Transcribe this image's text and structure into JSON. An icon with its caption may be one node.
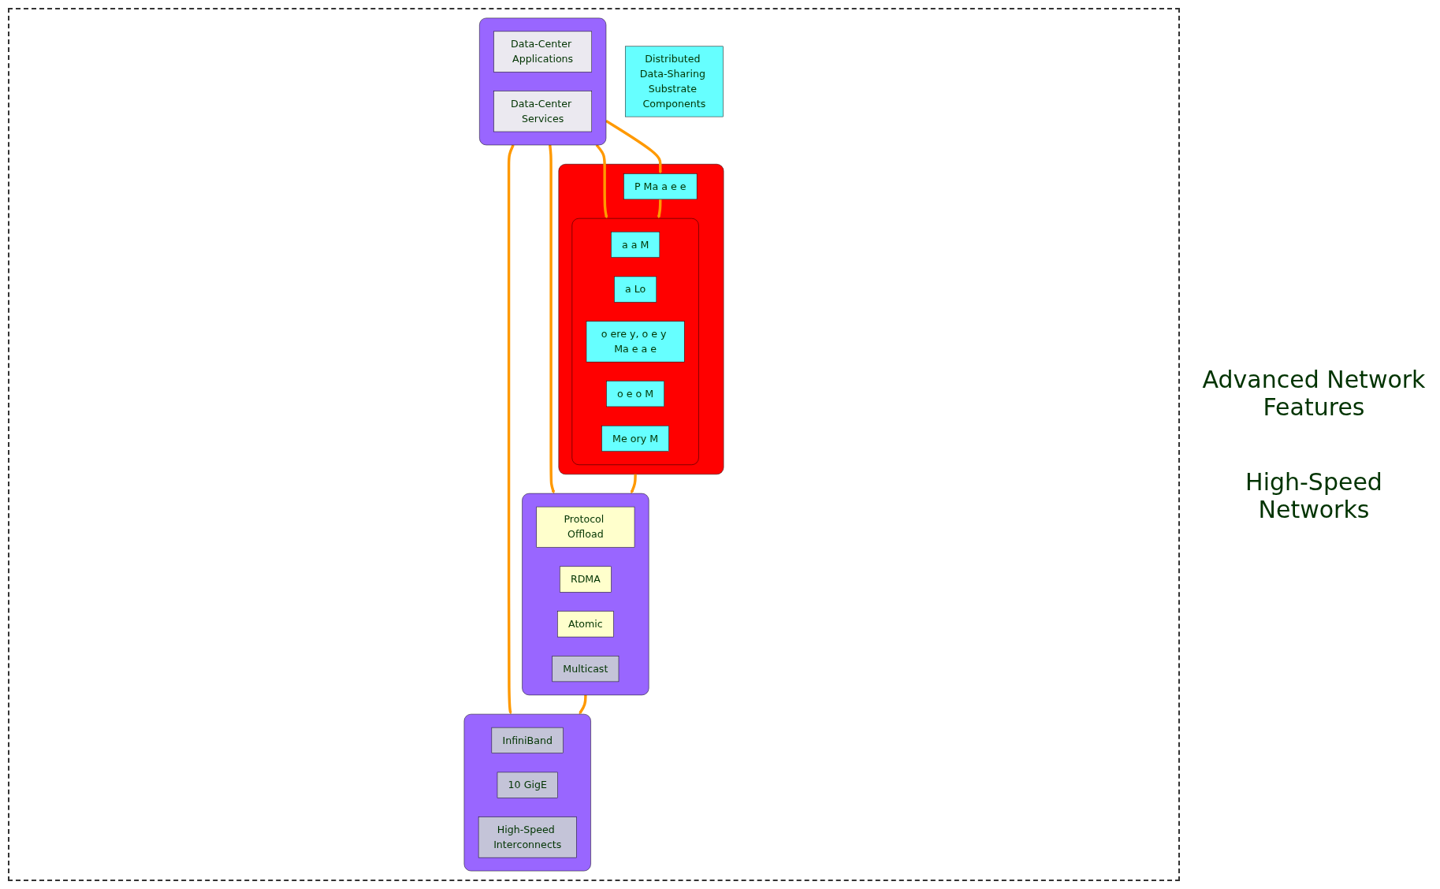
{
  "diagram": {
    "nodes": [
      {
        "text": [],
        "shape": "box"
      },
      {
        "text": [
          "Data-Center Applications"
        ],
        "in": 0
      },
      {
        "text": [
          "Data-Center Services"
        ],
        "in": 0
      },
      {
        "text": [],
        "shape": "box"
      },
      {
        "text": [
          "P Ma a e e"
        ],
        "in": 3
      },
      {
        "text": [],
        "shape": "box",
        "in": 3
      },
      {
        "text": [
          "a a M"
        ],
        "in": 5
      },
      {
        "text": [
          "a Lo"
        ],
        "in": 5
      },
      {
        "text": [
          "o ere y, o e y Ma e a e"
        ],
        "in": 5
      },
      {
        "text": [
          "o e o M"
        ],
        "in": 5
      },
      {
        "text": [
          "Me ory M"
        ],
        "in": 5
      },
      {
        "text": [],
        "shape": "box"
      },
      {
        "text": [
          "Protocol Offload"
        ],
        "in": 11
      },
      {
        "text": [
          "RDMA"
        ],
        "in": 11
      },
      {
        "text": [
          "Atomic"
        ],
        "in": 11
      },
      {
        "text": [
          "Multicast"
        ],
        "in": 11
      },
      {
        "text": [],
        "shape": "box"
      },
      {
        "text": [
          "InfiniBand"
        ],
        "in": 16
      },
      {
        "text": [
          "10 GigE"
        ],
        "in": 16
      },
      {
        "text": [
          "High-Speed Interconnects"
        ],
        "in": 16
      },
      {
        "text": [
          "Distributed Data-Sharing Substrate Components"
        ]
      }
    ],
    "edges": [
      {
        "from": 0,
        "to": 16,
        "arrow": "to"
      },
      {
        "from": 0,
        "to": 11,
        "arrow": "to"
      },
      {
        "from": 0,
        "to": 5,
        "arrow": "to"
      },
      {
        "from": 0,
        "to": 4,
        "arrow": "to"
      },
      {
        "from": 4,
        "to": 5,
        "arrow": "to"
      },
      {
        "from": 3,
        "to": 11,
        "arrow": "to"
      },
      {
        "from": 11,
        "to": 16,
        "arrow": "to"
      }
    ],
    "labels": [
      "Advanced Network Features",
      "High-Speed Networks"
    ]
  }
}
